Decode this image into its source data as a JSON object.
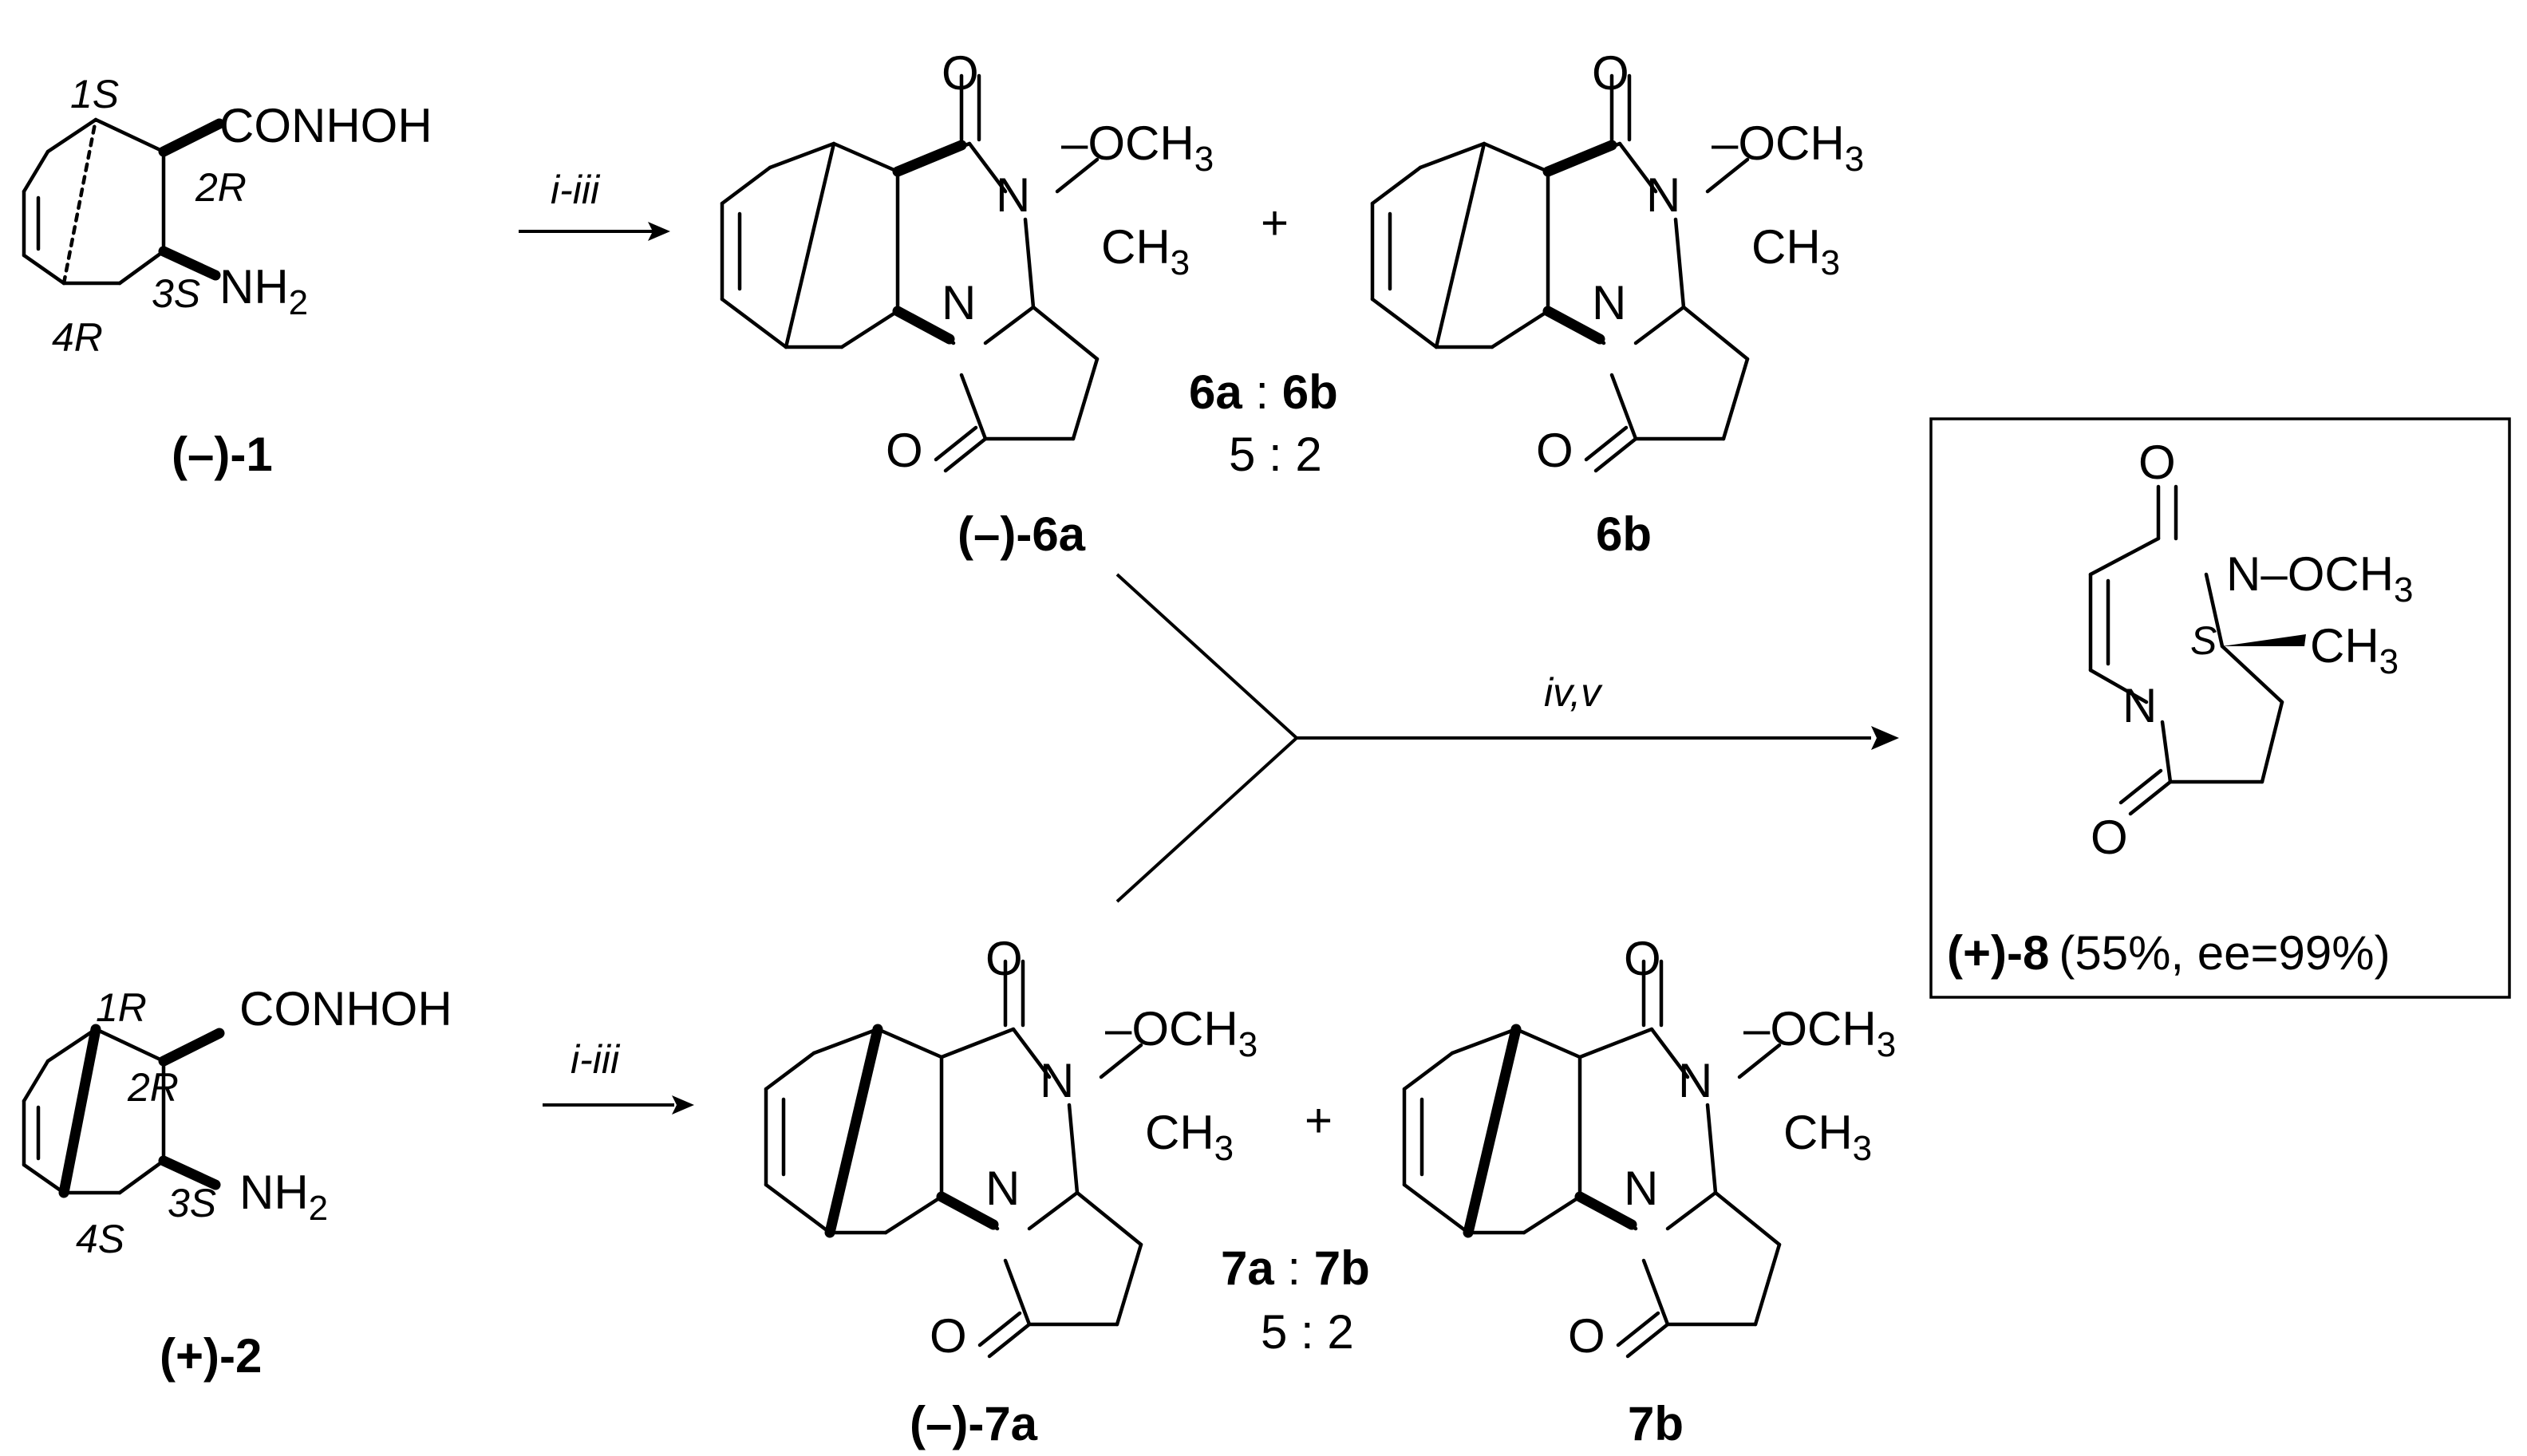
{
  "scheme": {
    "compound_1": {
      "label_paren": "(–)-",
      "label_num": "1",
      "substituent_1": "CONHOH",
      "substituent_2": "NH",
      "substituent_2_sub": "2",
      "stereo": [
        "1S",
        "2R",
        "3S",
        "4R"
      ]
    },
    "compound_2": {
      "label_paren": "(+)-",
      "label_num": "2",
      "substituent_1": "CONHOH",
      "substituent_2": "NH",
      "substituent_2_sub": "2",
      "stereo": [
        "1R",
        "2R",
        "3S",
        "4S"
      ]
    },
    "compound_6a": {
      "label_paren": "(–)-",
      "label_num": "6a"
    },
    "compound_6b": {
      "label_num": "6b"
    },
    "compound_7a": {
      "label_paren": "(–)-",
      "label_num": "7a"
    },
    "compound_7b": {
      "label_num": "7b"
    },
    "compound_8": {
      "label_paren": "(+)-",
      "label_num": "8",
      "yield": "(55%, ee=99%)",
      "stereo": "S"
    },
    "atoms": {
      "O": "O",
      "N": "N",
      "NOMe_1": "N",
      "OCH": "–OCH",
      "CH": "CH",
      "sub3": "3"
    },
    "reagents": {
      "top": "i-iii",
      "bottom": "i-iii",
      "merge": "iv,v"
    },
    "plus": "+",
    "ratio_top": {
      "a": "6a",
      "sep": " : ",
      "b": "6b",
      "value": "5 : 2"
    },
    "ratio_bottom": {
      "a": "7a",
      "sep": " : ",
      "b": "7b",
      "value": "5 : 2"
    }
  }
}
